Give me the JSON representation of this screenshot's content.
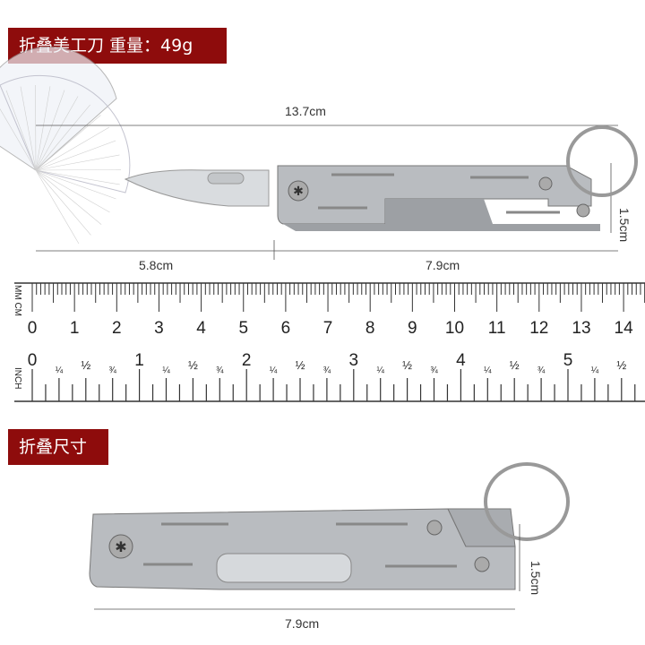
{
  "header": {
    "title": "折叠美工刀 重量：49g"
  },
  "dimensions": {
    "length_total": "13.7cm",
    "blade": "5.8cm",
    "handle": "7.9cm",
    "height": "1.5cm"
  },
  "ruler": {
    "cm_label": "MM CM",
    "inch_label": "INCH",
    "cm_numbers": [
      "0",
      "1",
      "2",
      "3",
      "4",
      "5",
      "6",
      "7",
      "8",
      "9",
      "10",
      "11",
      "12",
      "13",
      "14"
    ],
    "inch_numbers": [
      "0",
      "1",
      "2",
      "3",
      "4",
      "5"
    ],
    "fractions": [
      "¼",
      "½",
      "¾"
    ]
  },
  "section2": {
    "title": "折叠尺寸",
    "length": "7.9cm",
    "height": "1.5cm"
  },
  "colors": {
    "banner": "#8e0c0c"
  }
}
